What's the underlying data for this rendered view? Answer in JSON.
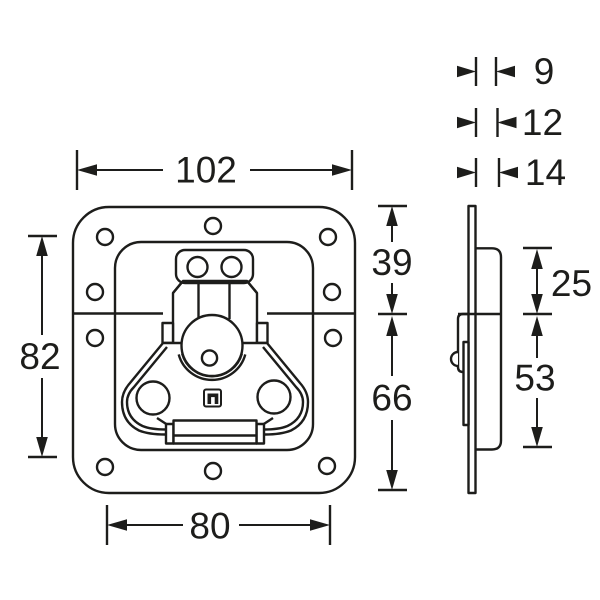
{
  "dimensions": {
    "front_width": "102",
    "front_height": "82",
    "front_upper_section": "39",
    "front_lower_section": "66",
    "front_hole_spacing": "80",
    "side_upper_depth": "25",
    "side_lower_depth": "53",
    "thickness_options": [
      "9",
      "12",
      "14"
    ]
  },
  "colors": {
    "line": "#1d1d1b",
    "background": "#ffffff"
  }
}
